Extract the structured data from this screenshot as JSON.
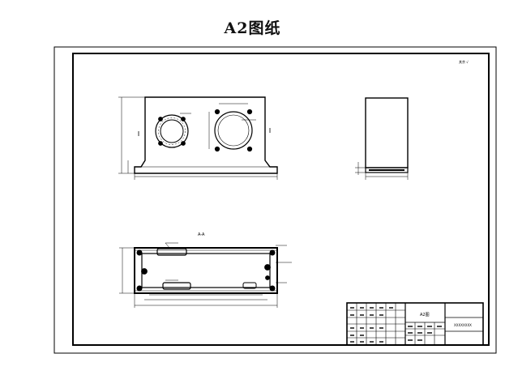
{
  "sheet": {
    "title": "A2图纸"
  },
  "views": {
    "section_label": "A-A",
    "section_marker_left": "A",
    "section_marker_right": "A"
  },
  "title_block": {
    "cell_label": "A2图",
    "drawing_number": "XXXXXXXX"
  },
  "notes": {
    "roughness": "其余 √"
  }
}
